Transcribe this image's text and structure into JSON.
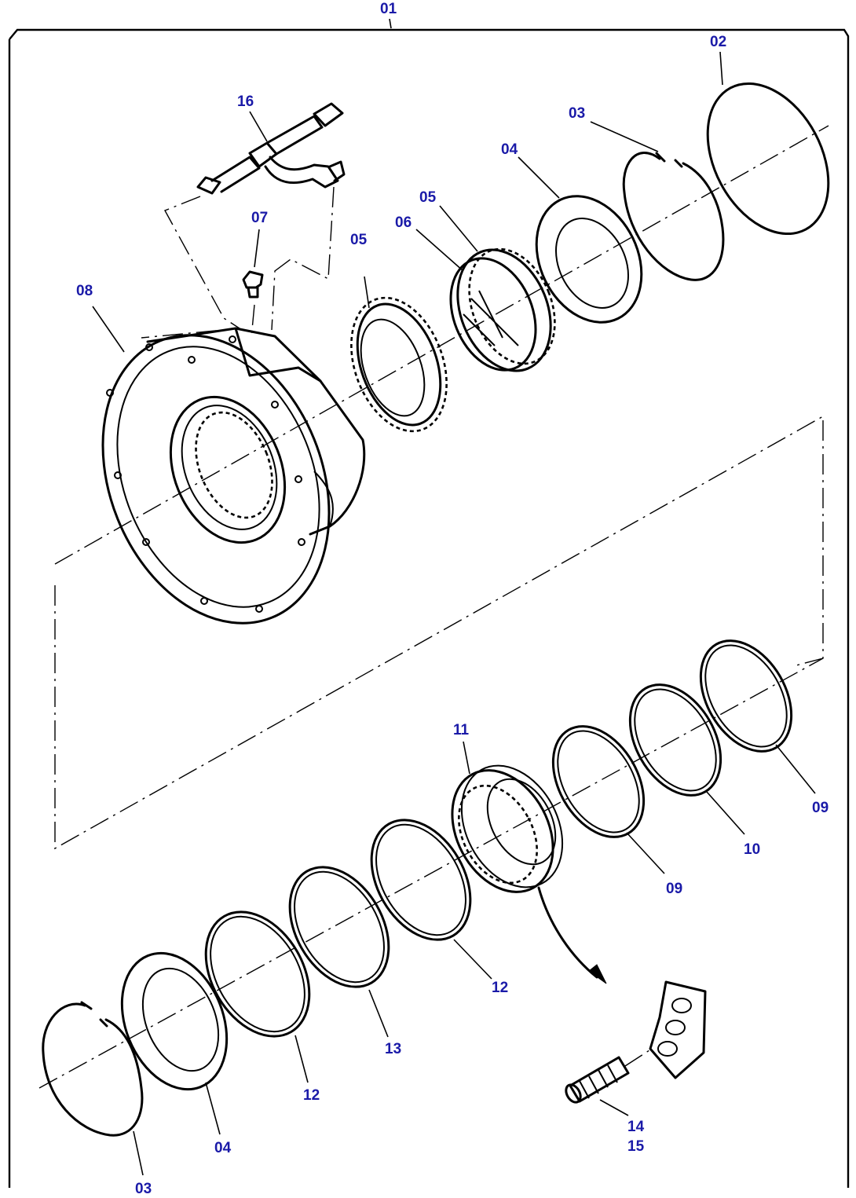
{
  "assembly_label": "01",
  "callouts": [
    {
      "id": "c-01",
      "text": "01"
    },
    {
      "id": "c-02",
      "text": "02"
    },
    {
      "id": "c-03a",
      "text": "03"
    },
    {
      "id": "c-04a",
      "text": "04"
    },
    {
      "id": "c-05a",
      "text": "05"
    },
    {
      "id": "c-05b",
      "text": "05"
    },
    {
      "id": "c-06",
      "text": "06"
    },
    {
      "id": "c-07",
      "text": "07"
    },
    {
      "id": "c-08",
      "text": "08"
    },
    {
      "id": "c-16",
      "text": "16"
    },
    {
      "id": "c-11",
      "text": "11"
    },
    {
      "id": "c-09a",
      "text": "09"
    },
    {
      "id": "c-10",
      "text": "10"
    },
    {
      "id": "c-09b",
      "text": "09"
    },
    {
      "id": "c-12a",
      "text": "12"
    },
    {
      "id": "c-13",
      "text": "13"
    },
    {
      "id": "c-12b",
      "text": "12"
    },
    {
      "id": "c-04b",
      "text": "04"
    },
    {
      "id": "c-03b",
      "text": "03"
    },
    {
      "id": "c-14",
      "text": "14"
    },
    {
      "id": "c-15",
      "text": "15"
    }
  ],
  "colors": {
    "callout": "#1a1aa8",
    "line": "#000000",
    "background": "#ffffff"
  }
}
